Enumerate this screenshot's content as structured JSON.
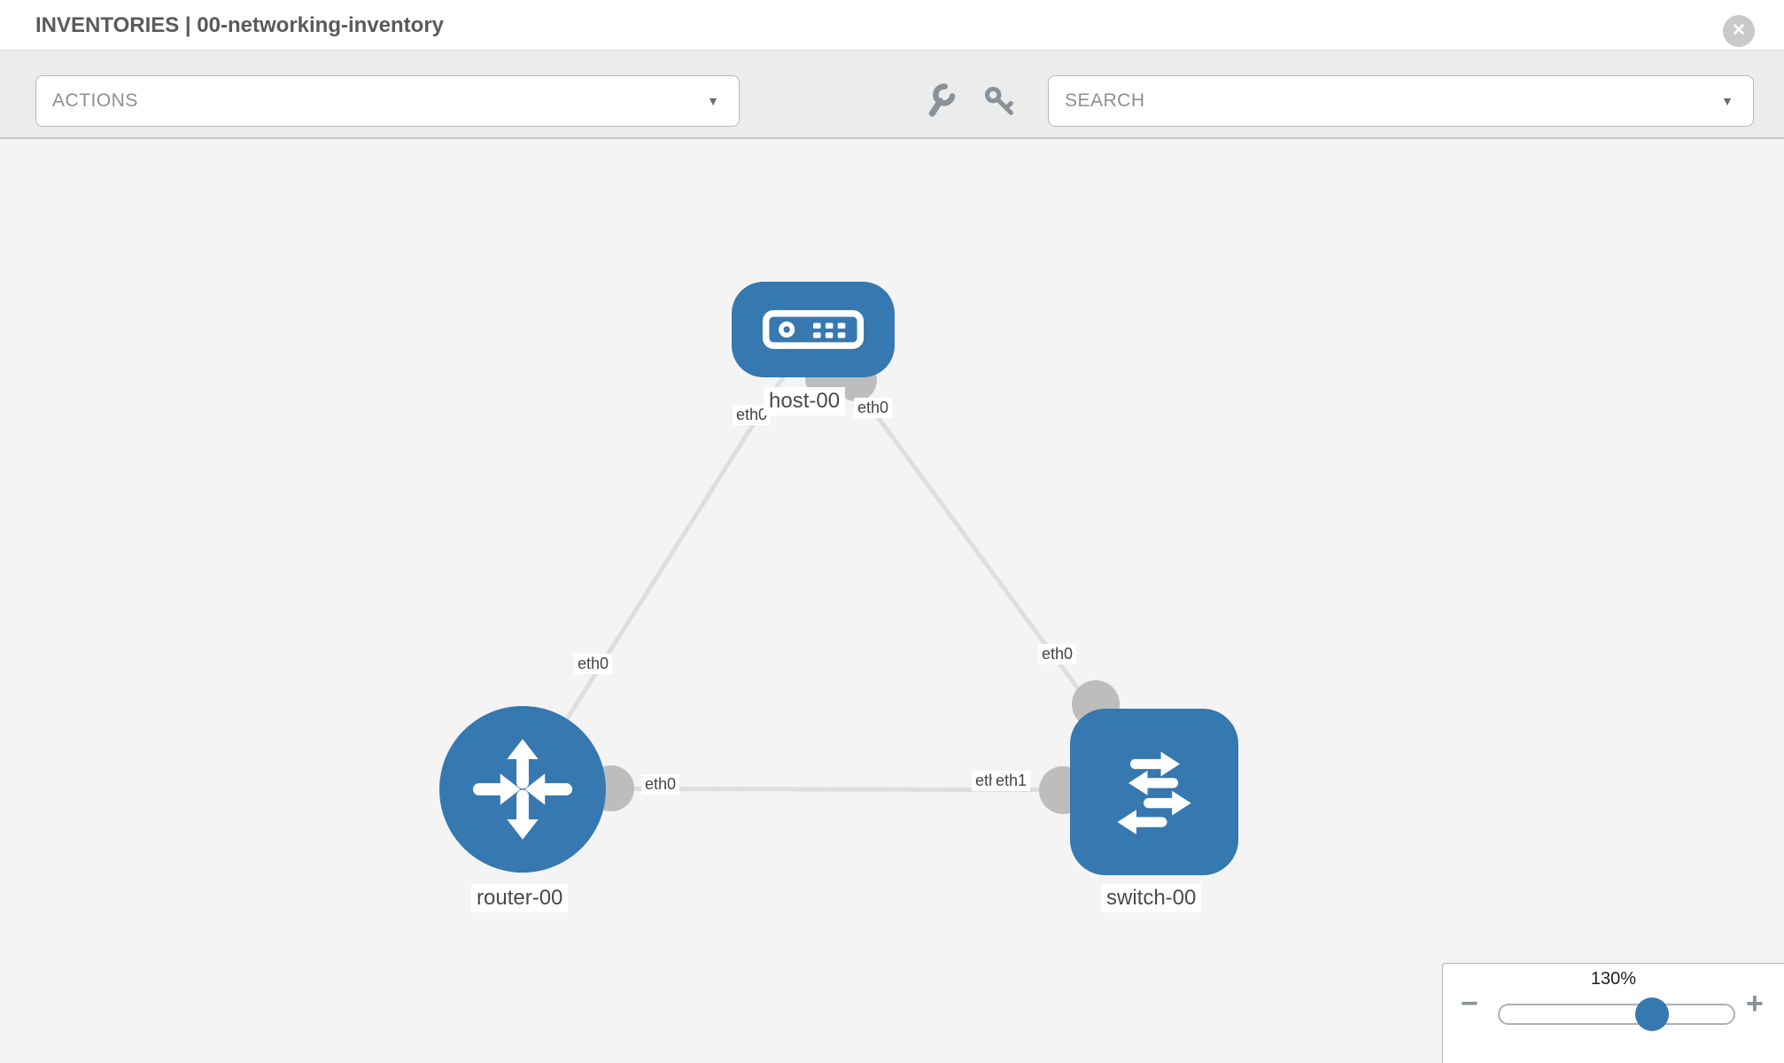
{
  "header": {
    "title": "INVENTORIES | 00-networking-inventory",
    "close_glyph": "✕"
  },
  "toolbar": {
    "actions": {
      "label": "ACTIONS",
      "caret_glyph": "▼"
    },
    "search": {
      "label": "SEARCH",
      "caret_glyph": "▼"
    },
    "icons": {
      "wrench": "wrench-icon",
      "key": "key-icon"
    }
  },
  "diagram": {
    "nodes": [
      {
        "id": "host-00",
        "label": "host-00",
        "type": "host",
        "shape": "rounded-rect"
      },
      {
        "id": "router-00",
        "label": "router-00",
        "type": "router",
        "shape": "circle"
      },
      {
        "id": "switch-00",
        "label": "switch-00",
        "type": "switch",
        "shape": "rounded-square"
      }
    ],
    "edges": [
      {
        "from": "host-00",
        "to": "router-00",
        "from_interface": "eth0",
        "to_interface": "eth0"
      },
      {
        "from": "host-00",
        "to": "switch-00",
        "from_interface": "eth0",
        "to_interface": "eth0"
      },
      {
        "from": "router-00",
        "to": "switch-00",
        "from_interface": "eth0",
        "to_interface": "eth1"
      }
    ],
    "edge_labels": {
      "host_router_at_host": "eth0",
      "host_router_at_router": "eth0",
      "host_switch_at_host": "eth0",
      "host_switch_at_switch": "eth0",
      "router_switch_at_router": "eth0",
      "router_switch_at_switch_under": "eth0",
      "router_switch_at_switch_over": "eth1"
    }
  },
  "zoom_panel": {
    "value": "130%",
    "percent": 130,
    "minus_label": "−",
    "plus_label": "+"
  },
  "colors": {
    "node_blue": "#3678b0",
    "edge_gray": "#dedede",
    "interface_gray": "#bdbdbd",
    "toolbar_bg": "#ececec",
    "canvas_bg": "#f4f4f5"
  }
}
